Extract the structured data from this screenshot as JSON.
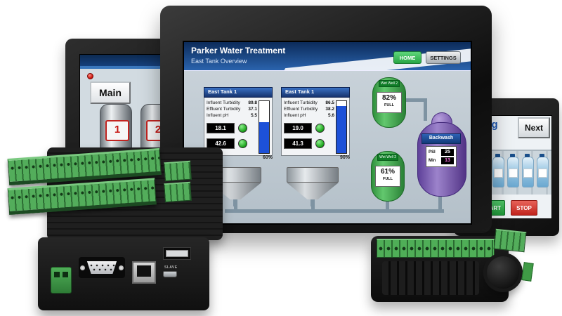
{
  "colors": {
    "header_blue": "#16396e",
    "accent_green": "#27a545",
    "accent_red": "#c0231c",
    "tank_green": "#2f8f3c",
    "vessel_purple": "#6a4aa5",
    "gauge_blue": "#1d51d8"
  },
  "center_hmi": {
    "title": "Parker Water Treatment",
    "subtitle": "East Tank Overview",
    "home": "HOME",
    "settings": "SETTINGS",
    "panels": [
      {
        "title": "East Tank 1",
        "rows": [
          {
            "label": "Influent Turbidity",
            "value": "89.8"
          },
          {
            "label": "Effluent Turbidity",
            "value": "37.1"
          },
          {
            "label": "Influent pH",
            "value": "5.5"
          }
        ],
        "readouts": [
          "18.1",
          "42.6"
        ],
        "level_pct": "60%"
      },
      {
        "title": "East Tank 1",
        "rows": [
          {
            "label": "Influent Turbidity",
            "value": "86.5"
          },
          {
            "label": "Effluent Turbidity",
            "value": "38.2"
          },
          {
            "label": "Influent pH",
            "value": "5.6"
          }
        ],
        "readouts": [
          "19.0",
          "41.3"
        ],
        "level_pct": "90%"
      }
    ],
    "wells": [
      {
        "label": "Wet Well 2",
        "pct": "82%",
        "full": "FULL"
      },
      {
        "label": "Wet Well 2",
        "pct": "61%",
        "full": "FULL"
      }
    ],
    "backwash": {
      "title": "Backwash",
      "psi_label": "PSI",
      "psi_value": "25",
      "min_label": "Min",
      "min_value": "13"
    }
  },
  "left_hmi": {
    "main": "Main",
    "tanks": [
      "1",
      "2"
    ]
  },
  "right_hmi": {
    "title_partial": "ging",
    "next": "Next",
    "start": "START",
    "stop": "STOP"
  },
  "controller": {
    "slave": "SLAVE"
  }
}
